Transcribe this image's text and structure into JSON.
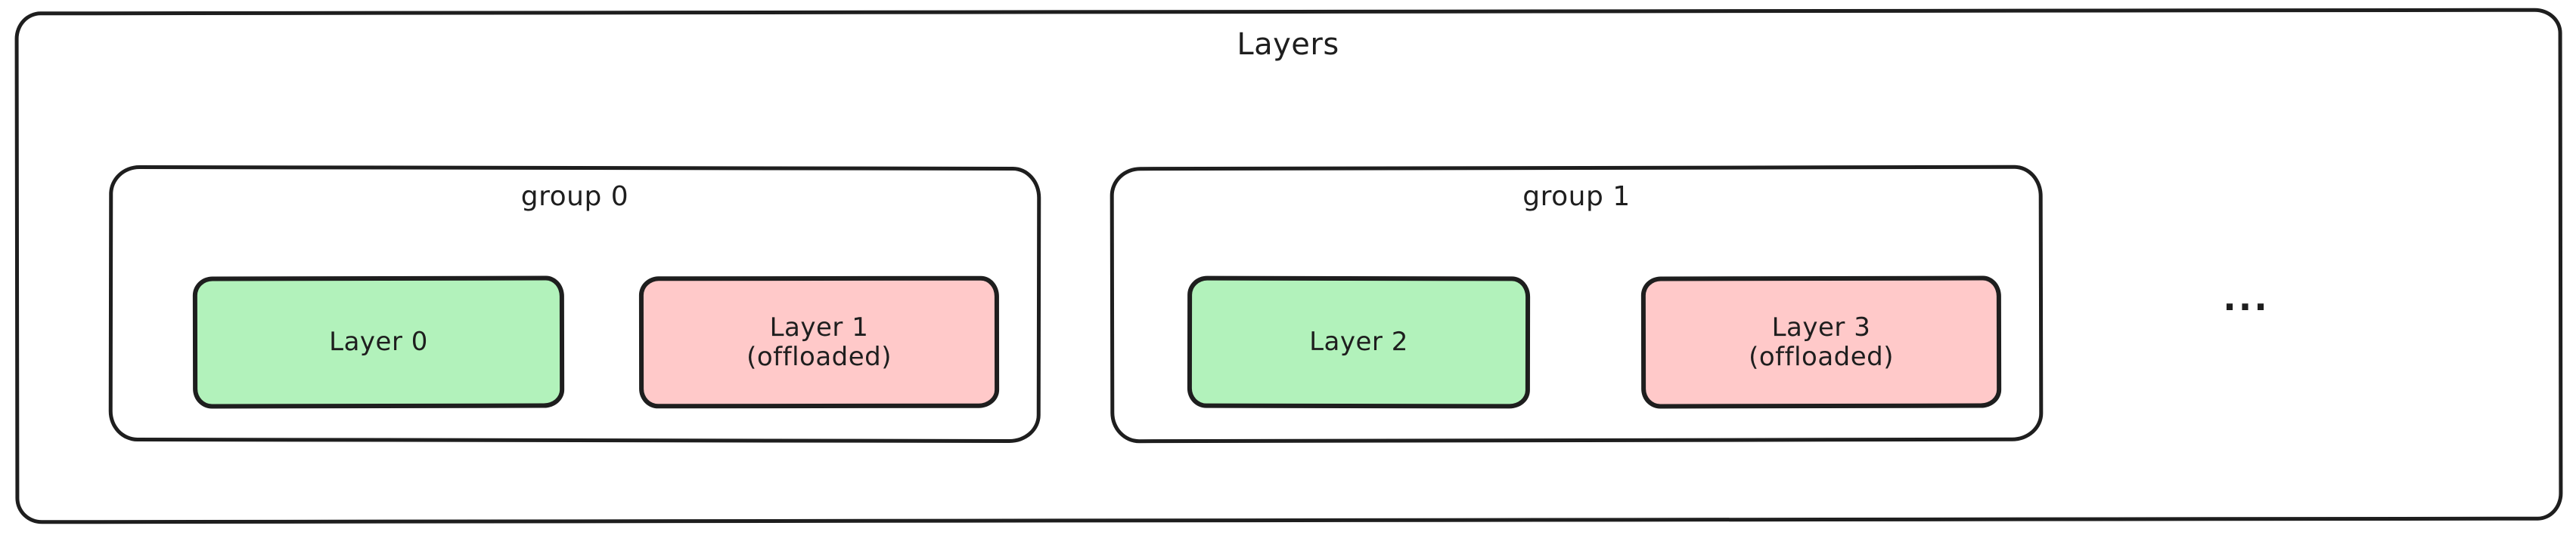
{
  "diagram": {
    "title": "Layers",
    "style": "hand-drawn",
    "background_color": "#ffffff",
    "stroke_color": "#1e1e1e",
    "text_color": "#1e1e1e",
    "groups": [
      {
        "label": "group 0",
        "layers": [
          {
            "name": "Layer 0",
            "state": "resident",
            "text": "Layer 0",
            "fill_color": "#b2f2bb"
          },
          {
            "name": "Layer 1",
            "state": "offloaded",
            "text": "Layer 1\n(offloaded)",
            "fill_color": "#ffc9c9"
          }
        ]
      },
      {
        "label": "group 1",
        "layers": [
          {
            "name": "Layer 2",
            "state": "resident",
            "text": "Layer 2",
            "fill_color": "#b2f2bb"
          },
          {
            "name": "Layer 3",
            "state": "offloaded",
            "text": "Layer 3\n(offloaded)",
            "fill_color": "#ffc9c9"
          }
        ]
      }
    ],
    "continuation": "..."
  }
}
